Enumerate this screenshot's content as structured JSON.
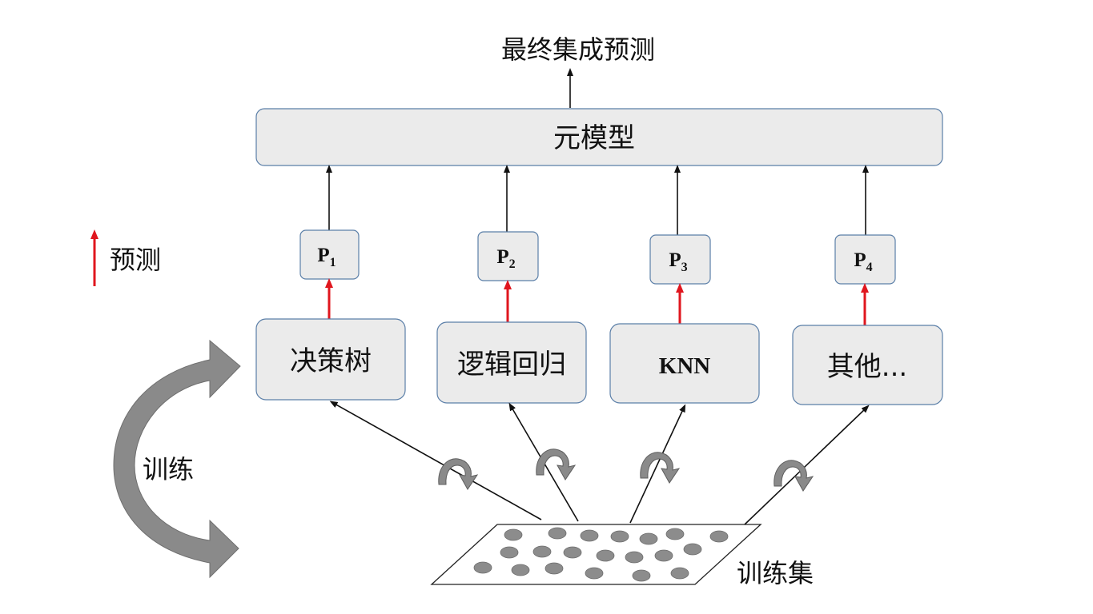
{
  "final_prediction": "最终集成预测",
  "meta_model": "元模型",
  "legend": {
    "label": "预测",
    "arrow_color": "#e0161e"
  },
  "predictions": [
    {
      "letter": "P",
      "sub": "1"
    },
    {
      "letter": "P",
      "sub": "2"
    },
    {
      "letter": "P",
      "sub": "3"
    },
    {
      "letter": "P",
      "sub": "4"
    }
  ],
  "models": [
    "决策树",
    "逻辑回归",
    "KNN",
    "其他..."
  ],
  "training_label": "训练",
  "training_set_label": "训练集",
  "colors": {
    "box_fill": "#ebebeb",
    "box_stroke": "#5b7fa8",
    "arrow": "#111111",
    "curved_arrow": "#8a8a8a",
    "dot": "#8c8c8c"
  }
}
